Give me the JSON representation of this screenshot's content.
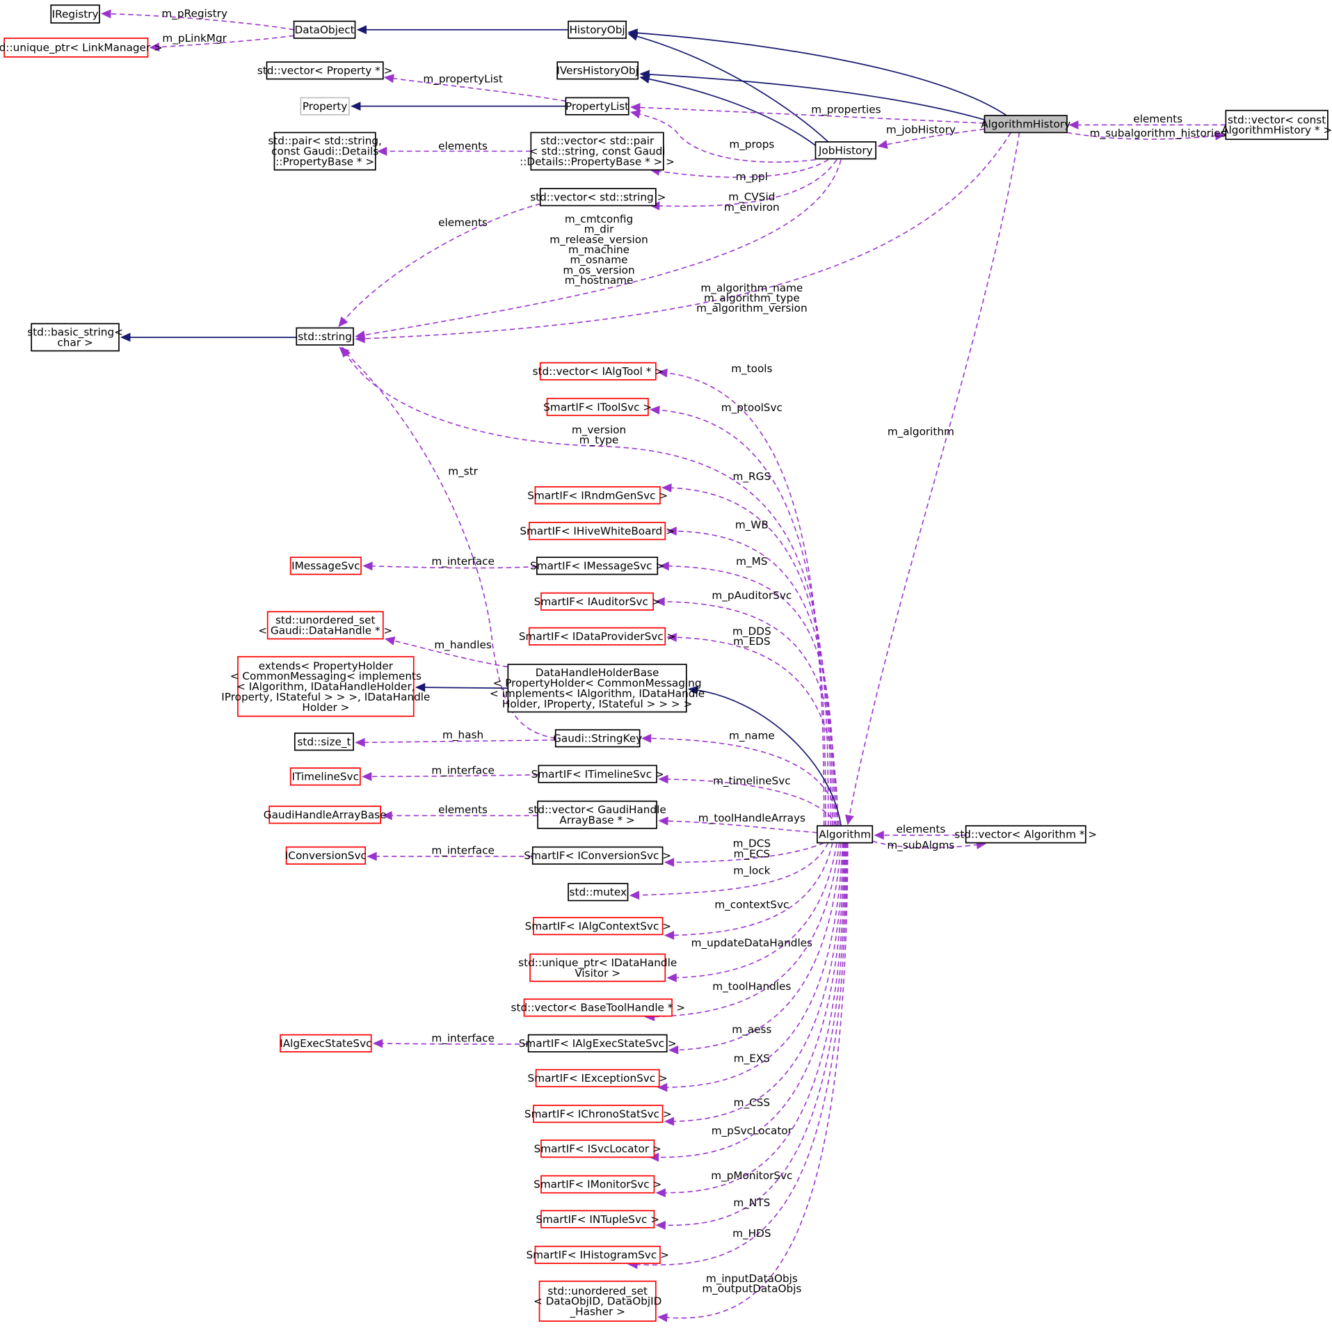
{
  "nodes": [
    {
      "id": "IRegistry",
      "lines": [
        "IRegistry"
      ],
      "style": "black"
    },
    {
      "id": "unique_ptr_LinkManager",
      "lines": [
        "std::unique_ptr< LinkManager >"
      ],
      "style": "red"
    },
    {
      "id": "DataObject",
      "lines": [
        "DataObject"
      ],
      "style": "black"
    },
    {
      "id": "HistoryObj",
      "lines": [
        "HistoryObj"
      ],
      "style": "black"
    },
    {
      "id": "vector_Property",
      "lines": [
        "std::vector< Property * >"
      ],
      "style": "black"
    },
    {
      "id": "IVersHistoryObj",
      "lines": [
        "IVersHistoryObj"
      ],
      "style": "black"
    },
    {
      "id": "Property",
      "lines": [
        "Property"
      ],
      "style": "gray"
    },
    {
      "id": "PropertyList",
      "lines": [
        "PropertyList"
      ],
      "style": "black"
    },
    {
      "id": "AlgorithmHistory",
      "lines": [
        "AlgorithmHistory"
      ],
      "style": "current"
    },
    {
      "id": "vector_AlgorithmHistory",
      "lines": [
        "std::vector< const",
        "AlgorithmHistory * >"
      ],
      "style": "black"
    },
    {
      "id": "pair_PropertyBase",
      "lines": [
        "std::pair< std::string,",
        "const Gaudi::Details",
        "::PropertyBase * >"
      ],
      "style": "black"
    },
    {
      "id": "vector_pair",
      "lines": [
        "std::vector< std::pair",
        "< std::string, const Gaudi",
        "::Details::PropertyBase * > >"
      ],
      "style": "black"
    },
    {
      "id": "JobHistory",
      "lines": [
        "JobHistory"
      ],
      "style": "black"
    },
    {
      "id": "vector_string",
      "lines": [
        "std::vector< std::string >"
      ],
      "style": "black"
    },
    {
      "id": "basic_string",
      "lines": [
        "std::basic_string<",
        "char >"
      ],
      "style": "black"
    },
    {
      "id": "string",
      "lines": [
        "std::string"
      ],
      "style": "black"
    },
    {
      "id": "vector_IAlgTool",
      "lines": [
        "std::vector< IAlgTool * >"
      ],
      "style": "red"
    },
    {
      "id": "SmartIF_IToolSvc",
      "lines": [
        "SmartIF< IToolSvc >"
      ],
      "style": "red"
    },
    {
      "id": "SmartIF_IRndmGenSvc",
      "lines": [
        "SmartIF< IRndmGenSvc >"
      ],
      "style": "red"
    },
    {
      "id": "SmartIF_IHiveWhiteBoard",
      "lines": [
        "SmartIF< IHiveWhiteBoard >"
      ],
      "style": "red"
    },
    {
      "id": "IMessageSvc",
      "lines": [
        "IMessageSvc"
      ],
      "style": "red"
    },
    {
      "id": "SmartIF_IMessageSvc",
      "lines": [
        "SmartIF< IMessageSvc >"
      ],
      "style": "black"
    },
    {
      "id": "SmartIF_IAuditorSvc",
      "lines": [
        "SmartIF< IAuditorSvc >"
      ],
      "style": "red"
    },
    {
      "id": "unordered_set_DataHandle",
      "lines": [
        "std::unordered_set",
        "< Gaudi::DataHandle * >"
      ],
      "style": "red"
    },
    {
      "id": "SmartIF_IDataProviderSvc",
      "lines": [
        "SmartIF< IDataProviderSvc >"
      ],
      "style": "red"
    },
    {
      "id": "extends_PropertyHolder",
      "lines": [
        "extends< PropertyHolder",
        "< CommonMessaging< implements",
        "< IAlgorithm, IDataHandleHolder,",
        "IProperty, IStateful > > >, IDataHandle",
        "Holder >"
      ],
      "style": "red"
    },
    {
      "id": "DataHandleHolderBase",
      "lines": [
        "DataHandleHolderBase",
        "< PropertyHolder< CommonMessaging",
        "< implements< IAlgorithm, IDataHandle",
        "Holder, IProperty, IStateful > > > >"
      ],
      "style": "black"
    },
    {
      "id": "size_t",
      "lines": [
        "std::size_t"
      ],
      "style": "black"
    },
    {
      "id": "StringKey",
      "lines": [
        "Gaudi::StringKey"
      ],
      "style": "black"
    },
    {
      "id": "ITimelineSvc",
      "lines": [
        "ITimelineSvc"
      ],
      "style": "red"
    },
    {
      "id": "SmartIF_ITimelineSvc",
      "lines": [
        "SmartIF< ITimelineSvc >"
      ],
      "style": "black"
    },
    {
      "id": "GaudiHandleArrayBase",
      "lines": [
        "GaudiHandleArrayBase"
      ],
      "style": "red"
    },
    {
      "id": "vector_GaudiHandleArrayBase",
      "lines": [
        "std::vector< GaudiHandle",
        "ArrayBase * >"
      ],
      "style": "black"
    },
    {
      "id": "Algorithm",
      "lines": [
        "Algorithm"
      ],
      "style": "black"
    },
    {
      "id": "vector_Algorithm",
      "lines": [
        "std::vector< Algorithm * >"
      ],
      "style": "black"
    },
    {
      "id": "IConversionSvc",
      "lines": [
        "IConversionSvc"
      ],
      "style": "red"
    },
    {
      "id": "SmartIF_IConversionSvc",
      "lines": [
        "SmartIF< IConversionSvc >"
      ],
      "style": "black"
    },
    {
      "id": "mutex",
      "lines": [
        "std::mutex"
      ],
      "style": "black"
    },
    {
      "id": "SmartIF_IAlgContextSvc",
      "lines": [
        "SmartIF< IAlgContextSvc >"
      ],
      "style": "red"
    },
    {
      "id": "unique_ptr_IDataHandleVisitor",
      "lines": [
        "std::unique_ptr< IDataHandle",
        "Visitor >"
      ],
      "style": "red"
    },
    {
      "id": "vector_BaseToolHandle",
      "lines": [
        "std::vector< BaseToolHandle * >"
      ],
      "style": "red"
    },
    {
      "id": "IAlgExecStateSvc",
      "lines": [
        "IAlgExecStateSvc"
      ],
      "style": "red"
    },
    {
      "id": "SmartIF_IAlgExecStateSvc",
      "lines": [
        "SmartIF< IAlgExecStateSvc >"
      ],
      "style": "black"
    },
    {
      "id": "SmartIF_IExceptionSvc",
      "lines": [
        "SmartIF< IExceptionSvc >"
      ],
      "style": "red"
    },
    {
      "id": "SmartIF_IChronoStatSvc",
      "lines": [
        "SmartIF< IChronoStatSvc >"
      ],
      "style": "red"
    },
    {
      "id": "SmartIF_ISvcLocator",
      "lines": [
        "SmartIF< ISvcLocator >"
      ],
      "style": "red"
    },
    {
      "id": "SmartIF_IMonitorSvc",
      "lines": [
        "SmartIF< IMonitorSvc >"
      ],
      "style": "red"
    },
    {
      "id": "SmartIF_INTupleSvc",
      "lines": [
        "SmartIF< INTupleSvc >"
      ],
      "style": "red"
    },
    {
      "id": "SmartIF_IHistogramSvc",
      "lines": [
        "SmartIF< IHistogramSvc >"
      ],
      "style": "red"
    },
    {
      "id": "unordered_set_DataObjID",
      "lines": [
        "std::unordered_set",
        "< DataObjID, DataObjID",
        "_Hasher >"
      ],
      "style": "red"
    }
  ],
  "edges": [
    {
      "id": "e_pRegistry",
      "kind": "use",
      "lines": [
        "m_pRegistry"
      ]
    },
    {
      "id": "e_pLinkMgr",
      "kind": "use",
      "lines": [
        "m_pLinkMgr"
      ]
    },
    {
      "id": "e_DataObject_HistoryObj",
      "kind": "inherit",
      "lines": []
    },
    {
      "id": "e_HistoryObj_AlgorithmHistory",
      "kind": "inherit",
      "lines": []
    },
    {
      "id": "e_HistoryObj_JobHistory",
      "kind": "inherit",
      "lines": []
    },
    {
      "id": "e_IVers_AlgorithmHistory",
      "kind": "inherit",
      "lines": []
    },
    {
      "id": "e_IVers_JobHistory",
      "kind": "inherit",
      "lines": []
    },
    {
      "id": "e_propertyList",
      "kind": "use",
      "lines": [
        "m_propertyList"
      ]
    },
    {
      "id": "e_Property_PropertyList",
      "kind": "inherit",
      "lines": []
    },
    {
      "id": "e_properties",
      "kind": "use",
      "lines": [
        "m_properties"
      ]
    },
    {
      "id": "e_props",
      "kind": "use",
      "lines": [
        "m_props"
      ]
    },
    {
      "id": "e_elements_vah",
      "kind": "use",
      "lines": [
        "elements"
      ]
    },
    {
      "id": "e_subalgorithm_histories",
      "kind": "use",
      "lines": [
        "m_subalgorithm_histories"
      ]
    },
    {
      "id": "e_jobHistory",
      "kind": "use",
      "lines": [
        "m_jobHistory"
      ]
    },
    {
      "id": "e_elements_pair",
      "kind": "use",
      "lines": [
        "elements"
      ]
    },
    {
      "id": "e_ppl",
      "kind": "use",
      "lines": [
        "m_ppl"
      ]
    },
    {
      "id": "e_CVSid",
      "kind": "use",
      "lines": [
        "m_CVSid",
        "m_environ"
      ]
    },
    {
      "id": "e_elements_vstring",
      "kind": "use",
      "lines": [
        "elements"
      ]
    },
    {
      "id": "e_cmtconfig",
      "kind": "use",
      "lines": [
        "m_cmtconfig",
        "m_dir",
        "m_release_version",
        "m_machine",
        "m_osname",
        "m_os_version",
        "m_hostname"
      ]
    },
    {
      "id": "e_algorithm_name",
      "kind": "use",
      "lines": [
        "m_algorithm_name",
        "m_algorithm_type",
        "m_algorithm_version"
      ]
    },
    {
      "id": "e_basic_string_string",
      "kind": "inherit",
      "lines": []
    },
    {
      "id": "e_algorithm",
      "kind": "use",
      "lines": [
        "m_algorithm"
      ]
    },
    {
      "id": "e_tools",
      "kind": "use",
      "lines": [
        "m_tools"
      ]
    },
    {
      "id": "e_ptoolSvc",
      "kind": "use",
      "lines": [
        "m_ptoolSvc"
      ]
    },
    {
      "id": "e_version",
      "kind": "use",
      "lines": [
        "m_version",
        "m_type"
      ]
    },
    {
      "id": "e_str",
      "kind": "use",
      "lines": [
        "m_str"
      ]
    },
    {
      "id": "e_RGS",
      "kind": "use",
      "lines": [
        "m_RGS"
      ]
    },
    {
      "id": "e_WB",
      "kind": "use",
      "lines": [
        "m_WB"
      ]
    },
    {
      "id": "e_interface_msg",
      "kind": "use",
      "lines": [
        "m_interface"
      ]
    },
    {
      "id": "e_MS",
      "kind": "use",
      "lines": [
        "m_MS"
      ]
    },
    {
      "id": "e_pAuditorSvc",
      "kind": "use",
      "lines": [
        "m_pAuditorSvc"
      ]
    },
    {
      "id": "e_DDS",
      "kind": "use",
      "lines": [
        "m_DDS",
        "m_EDS"
      ]
    },
    {
      "id": "e_handles",
      "kind": "use",
      "lines": [
        "m_handles"
      ]
    },
    {
      "id": "e_extends_DHHB",
      "kind": "inherit",
      "lines": []
    },
    {
      "id": "e_DHHB_Algorithm",
      "kind": "inherit",
      "lines": []
    },
    {
      "id": "e_hash",
      "kind": "use",
      "lines": [
        "m_hash"
      ]
    },
    {
      "id": "e_name",
      "kind": "use",
      "lines": [
        "m_name"
      ]
    },
    {
      "id": "e_interface_timeline",
      "kind": "use",
      "lines": [
        "m_interface"
      ]
    },
    {
      "id": "e_timelineSvc",
      "kind": "use",
      "lines": [
        "m_timelineSvc"
      ]
    },
    {
      "id": "e_elements_gha",
      "kind": "use",
      "lines": [
        "elements"
      ]
    },
    {
      "id": "e_toolHandleArrays",
      "kind": "use",
      "lines": [
        "m_toolHandleArrays"
      ]
    },
    {
      "id": "e_elements_valg",
      "kind": "use",
      "lines": [
        "elements"
      ]
    },
    {
      "id": "e_subAlgms",
      "kind": "use",
      "lines": [
        "m_subAlgms"
      ]
    },
    {
      "id": "e_interface_conv",
      "kind": "use",
      "lines": [
        "m_interface"
      ]
    },
    {
      "id": "e_DCS",
      "kind": "use",
      "lines": [
        "m_DCS",
        "m_ECS"
      ]
    },
    {
      "id": "e_lock",
      "kind": "use",
      "lines": [
        "m_lock"
      ]
    },
    {
      "id": "e_contextSvc",
      "kind": "use",
      "lines": [
        "m_contextSvc"
      ]
    },
    {
      "id": "e_updateDataHandles",
      "kind": "use",
      "lines": [
        "m_updateDataHandles"
      ]
    },
    {
      "id": "e_toolHandles",
      "kind": "use",
      "lines": [
        "m_toolHandles"
      ]
    },
    {
      "id": "e_interface_aess",
      "kind": "use",
      "lines": [
        "m_interface"
      ]
    },
    {
      "id": "e_aess",
      "kind": "use",
      "lines": [
        "m_aess"
      ]
    },
    {
      "id": "e_EXS",
      "kind": "use",
      "lines": [
        "m_EXS"
      ]
    },
    {
      "id": "e_CSS",
      "kind": "use",
      "lines": [
        "m_CSS"
      ]
    },
    {
      "id": "e_pSvcLocator",
      "kind": "use",
      "lines": [
        "m_pSvcLocator"
      ]
    },
    {
      "id": "e_pMonitorSvc",
      "kind": "use",
      "lines": [
        "m_pMonitorSvc"
      ]
    },
    {
      "id": "e_NTS",
      "kind": "use",
      "lines": [
        "m_NTS"
      ]
    },
    {
      "id": "e_HDS",
      "kind": "use",
      "lines": [
        "m_HDS"
      ]
    },
    {
      "id": "e_inputDataObjs",
      "kind": "use",
      "lines": [
        "m_inputDataObjs",
        "m_outputDataObjs"
      ]
    }
  ]
}
